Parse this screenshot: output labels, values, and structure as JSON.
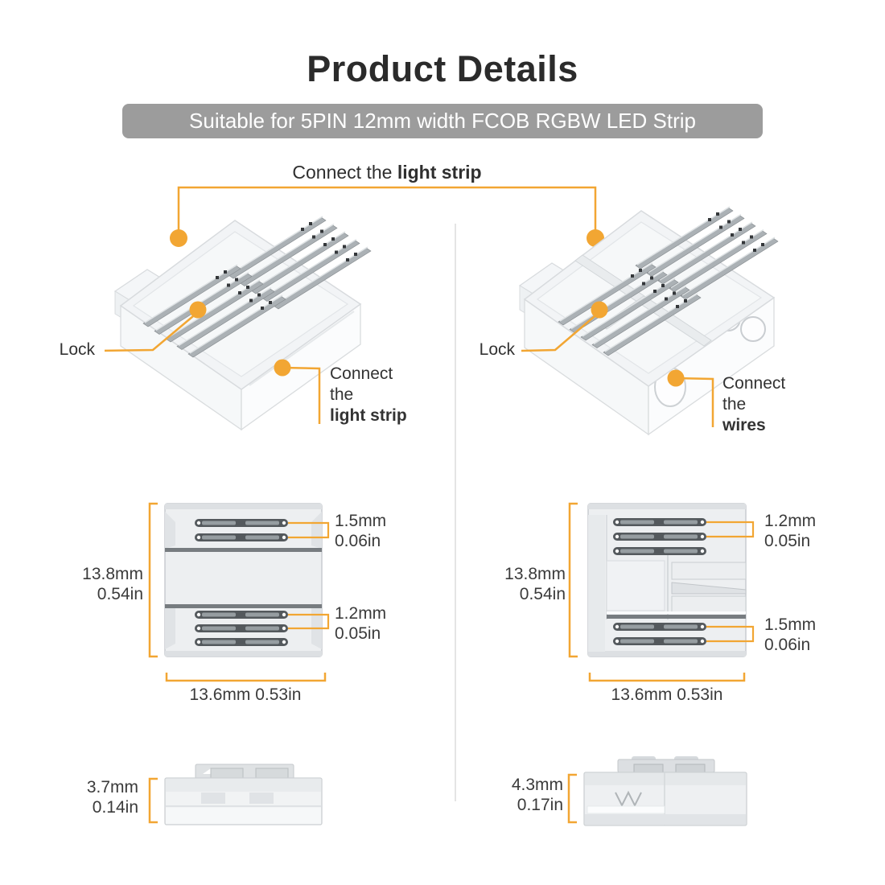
{
  "title": "Product Details",
  "banner": "Suitable for 5PIN 12mm width FCOB RGBW LED Strip",
  "colors": {
    "accent": "#F2A633",
    "banner_bg": "#9C9C9C",
    "title": "#2B2B2B",
    "text": "#3A3A3A"
  },
  "top_callout": {
    "prefix": "Connect the",
    "bold": "light strip"
  },
  "left_connector": {
    "lock_label": "Lock",
    "strip_callout": {
      "line1": "Connect",
      "line2": "the",
      "line3": "light strip"
    },
    "top_view": {
      "height_mm": "13.8mm",
      "height_in": "0.54in",
      "pin_top_mm": "1.5mm",
      "pin_top_in": "0.06in",
      "pin_bottom_mm": "1.2mm",
      "pin_bottom_in": "0.05in",
      "width_label": "13.6mm 0.53in"
    },
    "side_view": {
      "height_mm": "3.7mm",
      "height_in": "0.14in"
    }
  },
  "right_connector": {
    "lock_label": "Lock",
    "wires_callout": {
      "line1": "Connect",
      "line2": "the",
      "line3": "wires"
    },
    "top_view": {
      "height_mm": "13.8mm",
      "height_in": "0.54in",
      "pin_top_mm": "1.2mm",
      "pin_top_in": "0.05in",
      "pin_bottom_mm": "1.5mm",
      "pin_bottom_in": "0.06in",
      "width_label": "13.6mm 0.53in"
    },
    "side_view": {
      "height_mm": "4.3mm",
      "height_in": "0.17in"
    }
  }
}
